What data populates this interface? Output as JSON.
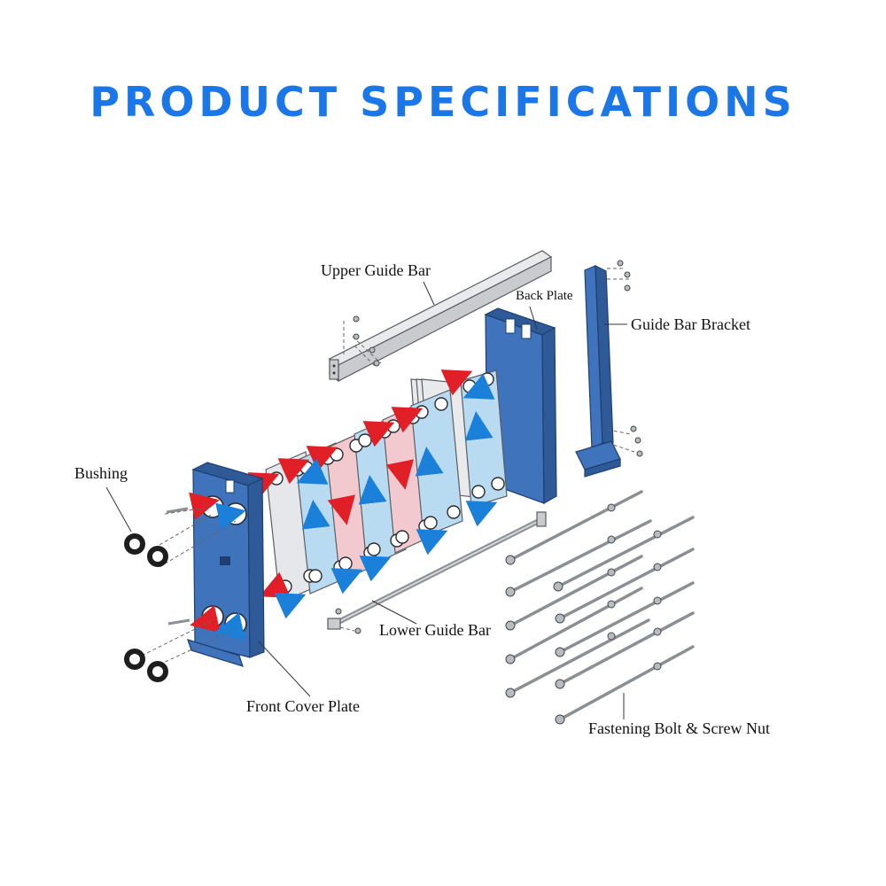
{
  "title": "PRODUCT SPECIFICATIONS",
  "labels": {
    "upper_guide_bar": "Upper Guide Bar",
    "back_plate": "Back Plate",
    "guide_bar_bracket": "Guide Bar Bracket",
    "bushing": "Bushing",
    "lower_guide_bar": "Lower Guide Bar",
    "front_cover_plate": "Front Cover Plate",
    "fastening_bolt": "Fastening Bolt & Screw Nut"
  },
  "colors": {
    "title": "#1b77e8",
    "frame": "#3f73bb",
    "hot_flow": "#e01f26",
    "cold_flow": "#1a80d9",
    "hot_plate": "#f1c9cf",
    "cold_plate": "#b9dbf2",
    "neutral_plate": "#e6e7ea"
  }
}
